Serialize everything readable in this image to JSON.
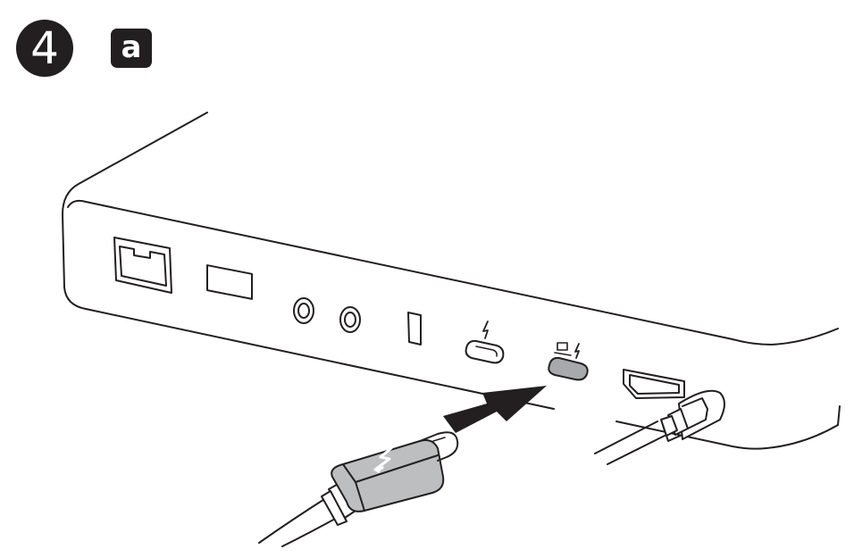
{
  "step": {
    "number": "4",
    "substep": "a"
  },
  "icons": {
    "thunderbolt_port_icon": "lightning-bolt",
    "host_port_icon": "laptop-lightning",
    "cable_connector_icon": "lightning-bolt",
    "insert_arrow": "arrow-right-up"
  },
  "colors": {
    "line": "#231f20",
    "highlight_port": "#a7a9ac",
    "connector_fill": "#bcbec0",
    "arrow": "#231f20"
  }
}
